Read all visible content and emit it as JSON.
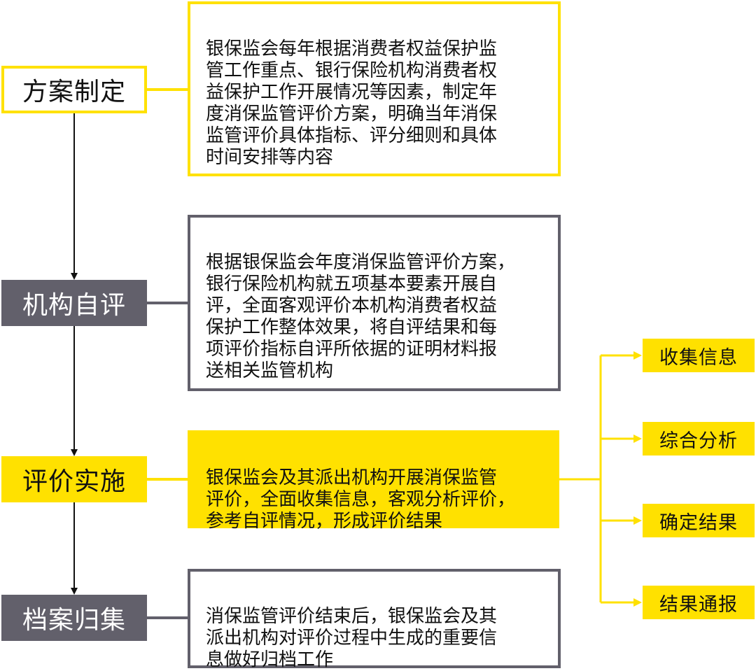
{
  "steps": [
    {
      "label": "方案制定"
    },
    {
      "label": "机构自评"
    },
    {
      "label": "评价实施"
    },
    {
      "label": "档案归集"
    }
  ],
  "descriptions": [
    {
      "text": "银保监会每年根据消费者权益保护监\n管工作重点、银行保险机构消费者权\n益保护工作开展情况等因素，制定年\n度消保监管评价方案，明确当年消保\n监管评价具体指标、评分细则和具体\n时间安排等内容"
    },
    {
      "text": "根据银保监会年度消保监管评价方案，\n银行保险机构就五项基本要素开展自\n评，全面客观评价本机构消费者权益\n保护工作整体效果，将自评结果和每\n项评价指标自评所依据的证明材料报\n送相关监管机构"
    },
    {
      "text": "银保监会及其派出机构开展消保监管\n评价，全面收集信息，客观分析评价，\n参考自评情况，形成评价结果"
    },
    {
      "text": "消保监管评价结束后，银保监会及其\n派出机构对评价过程中生成的重要信\n息做好归档工作"
    }
  ],
  "outcomes": [
    {
      "label": "收集信息"
    },
    {
      "label": "综合分析"
    },
    {
      "label": "确定结果"
    },
    {
      "label": "结果通报"
    }
  ],
  "colors": {
    "yellow": "#FFE100",
    "gray": "#62606B",
    "arrow": "#111111"
  }
}
